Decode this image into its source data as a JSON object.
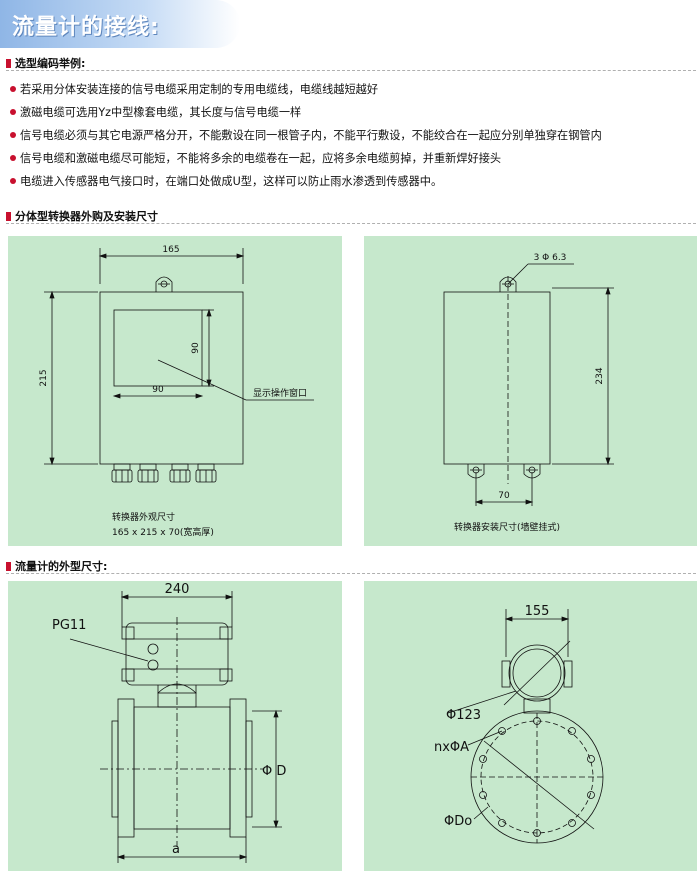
{
  "header": {
    "title": "流量计的接线:"
  },
  "sections": {
    "wiring": "选型编码举例:",
    "converter": "分体型转换器外购及安装尺寸",
    "meter": "流量计的外型尺寸:"
  },
  "bullets": [
    "若采用分体安装连接的信号电缆采用定制的专用电缆线，电缆线越短越好",
    "激磁电缆可选用Yz中型橡套电缆，其长度与信号电缆一样",
    "信号电缆必须与其它电源严格分开，不能敷设在同一根管子内，不能平行敷设，不能绞合在一起应分别单独穿在钢管内",
    "信号电缆和激磁电缆尽可能短，不能将多余的电缆卷在一起，应将多余电缆剪掉，并重新焊好接头",
    "电缆进入传感器电气接口时，在端口处做成U型，这样可以防止雨水渗透到传感器中。"
  ],
  "panel1": {
    "dim_width": "165",
    "dim_height": "215",
    "dim_window_h": "90",
    "dim_window_w": "90",
    "callout": "显示操作窗口",
    "caption": "转换器外观尺寸",
    "subcaption": "165 x 215 x 70(宽高厚)"
  },
  "panel2": {
    "hole_label": "3 Φ 6.3",
    "dim_height": "234",
    "dim_spacing": "70",
    "caption": "转换器安装尺寸(墙壁挂式)"
  },
  "panel3": {
    "dim_width": "240",
    "port_label": "PG11",
    "dim_diameter": "Φ D",
    "dim_length": "a"
  },
  "panel4": {
    "dim_width": "155",
    "dim_body": "Φ123",
    "bolt_label": "nxΦA",
    "flange_label": "ΦDo"
  },
  "colors": {
    "panel_bg": "#c6e8cc",
    "accent": "#c8102e",
    "banner": "#8fb6e6"
  }
}
